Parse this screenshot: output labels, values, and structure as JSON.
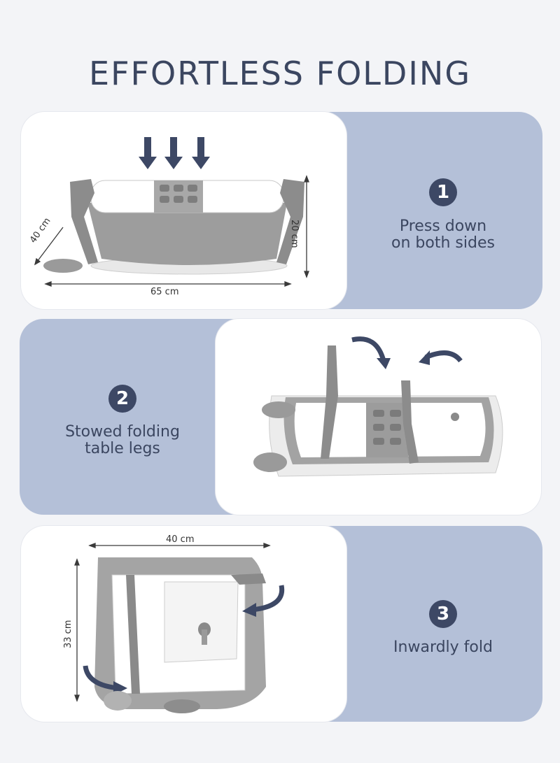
{
  "header": {
    "title": "EFFORTLESS FOLDING"
  },
  "steps": [
    {
      "number": "1",
      "label": "Press down\non both sides",
      "dims": {
        "width": "65 cm",
        "height": "20 cm",
        "depth": "40 cm"
      }
    },
    {
      "number": "2",
      "label": "Stowed folding\ntable legs"
    },
    {
      "number": "3",
      "label": "Inwardly fold",
      "dims": {
        "width": "40 cm",
        "height": "33 cm"
      }
    }
  ],
  "colors": {
    "band": "#b4c0d8",
    "accent": "#3d4865",
    "tub_gray": "#9a9a9a",
    "tub_white": "#ffffff"
  }
}
